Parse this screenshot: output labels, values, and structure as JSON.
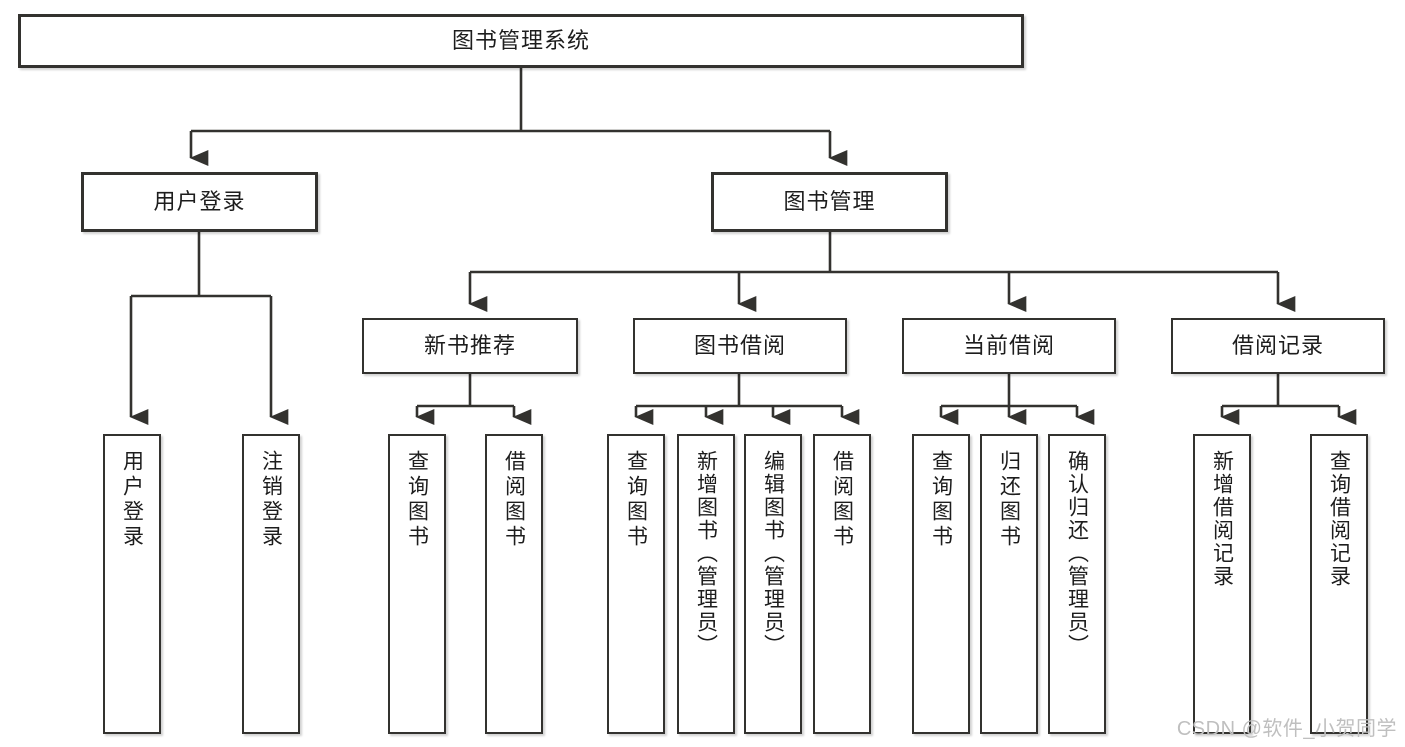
{
  "diagram": {
    "type": "tree",
    "title": "图书管理系统",
    "orientation": "top-down",
    "colors": {
      "box_border": "#33322f",
      "box_fill": "#ffffff",
      "connector": "#33322f",
      "text": "#1d1d1d",
      "watermark": "#bfbfbf",
      "background": "#ffffff"
    },
    "root": {
      "id": "root",
      "label": "图书管理系统",
      "orientation": "horizontal"
    },
    "level2": [
      {
        "id": "user-login",
        "label": "用户登录",
        "orientation": "horizontal"
      },
      {
        "id": "book-manage",
        "label": "图书管理",
        "orientation": "horizontal"
      }
    ],
    "level3": [
      {
        "id": "new-book-recommend",
        "label": "新书推荐",
        "orientation": "horizontal"
      },
      {
        "id": "book-borrow",
        "label": "图书借阅",
        "orientation": "horizontal"
      },
      {
        "id": "current-borrow",
        "label": "当前借阅",
        "orientation": "horizontal"
      },
      {
        "id": "borrow-record",
        "label": "借阅记录",
        "orientation": "horizontal"
      }
    ],
    "leaves": [
      {
        "id": "leaf-user-login",
        "label": "用户登录",
        "parent": "user-login",
        "orientation": "vertical"
      },
      {
        "id": "leaf-user-logout",
        "label": "注销登录",
        "parent": "user-login",
        "orientation": "vertical"
      },
      {
        "id": "leaf-query-book-1",
        "label": "查询图书",
        "parent": "new-book-recommend",
        "orientation": "vertical"
      },
      {
        "id": "leaf-borrow-book-1",
        "label": "借阅图书",
        "parent": "new-book-recommend",
        "orientation": "vertical"
      },
      {
        "id": "leaf-query-book-2",
        "label": "查询图书",
        "parent": "book-borrow",
        "orientation": "vertical"
      },
      {
        "id": "leaf-add-book",
        "label": "新增图书（管理员）",
        "parent": "book-borrow",
        "orientation": "vertical"
      },
      {
        "id": "leaf-edit-book",
        "label": "编辑图书（管理员）",
        "parent": "book-borrow",
        "orientation": "vertical"
      },
      {
        "id": "leaf-borrow-book-2",
        "label": "借阅图书",
        "parent": "book-borrow",
        "orientation": "vertical"
      },
      {
        "id": "leaf-query-book-3",
        "label": "查询图书",
        "parent": "current-borrow",
        "orientation": "vertical"
      },
      {
        "id": "leaf-return-book",
        "label": "归还图书",
        "parent": "current-borrow",
        "orientation": "vertical"
      },
      {
        "id": "leaf-confirm-return",
        "label": "确认归还（管理员）",
        "parent": "current-borrow",
        "orientation": "vertical"
      },
      {
        "id": "leaf-add-record",
        "label": "新增借阅记录",
        "parent": "borrow-record",
        "orientation": "vertical"
      },
      {
        "id": "leaf-query-record",
        "label": "查询借阅记录",
        "parent": "borrow-record",
        "orientation": "vertical"
      }
    ]
  },
  "watermark": {
    "text": "CSDN @软件_小贺同学"
  }
}
